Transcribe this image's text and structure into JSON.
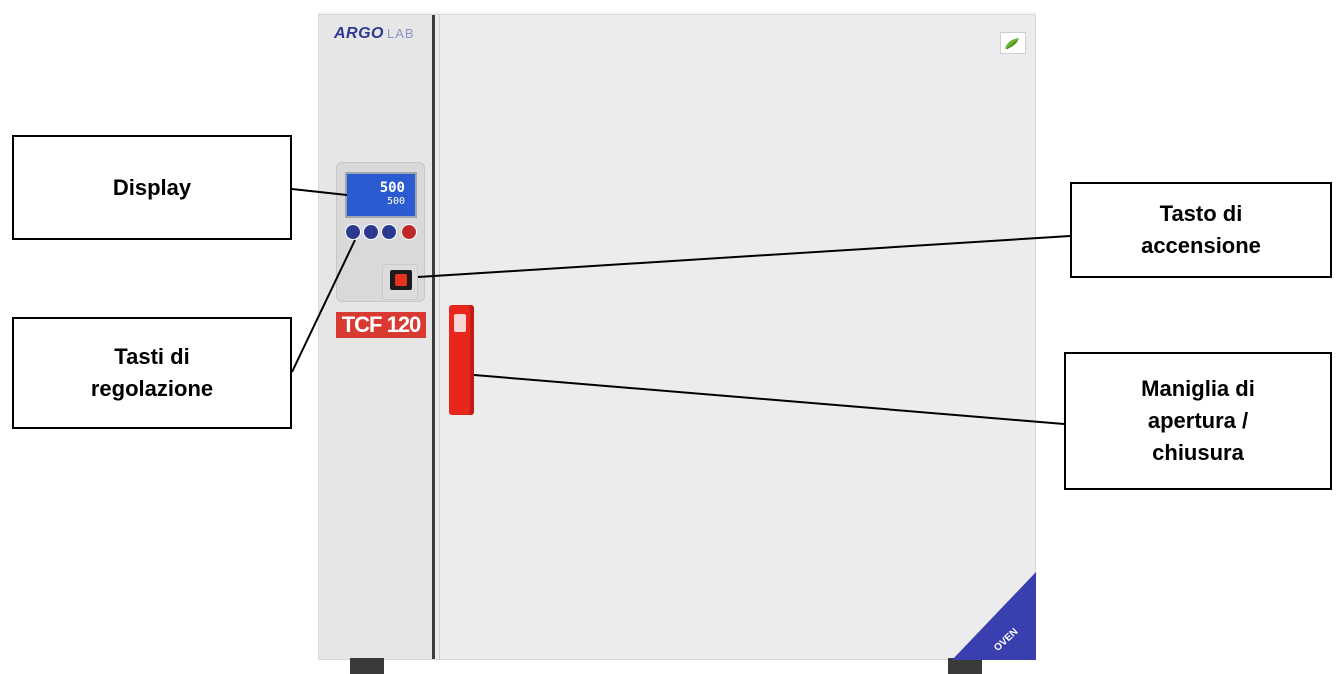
{
  "brand": {
    "name_primary": "ARGO",
    "name_secondary": "LAB"
  },
  "model_label": "TCF 120",
  "display": {
    "reading_main": "500",
    "reading_set": "500"
  },
  "corner_label": "OVEN",
  "annotations": {
    "display": "Display",
    "adjust_keys": "Tasti di\nregolazione",
    "power_key": "Tasto di\naccensione",
    "handle": "Maniglia di\napertura /\nchiusura"
  },
  "colors": {
    "panel_screen": "#2a5bd1",
    "model_badge": "#d83a32",
    "handle": "#e8261c",
    "corner_triangle": "#3a3fb0"
  }
}
